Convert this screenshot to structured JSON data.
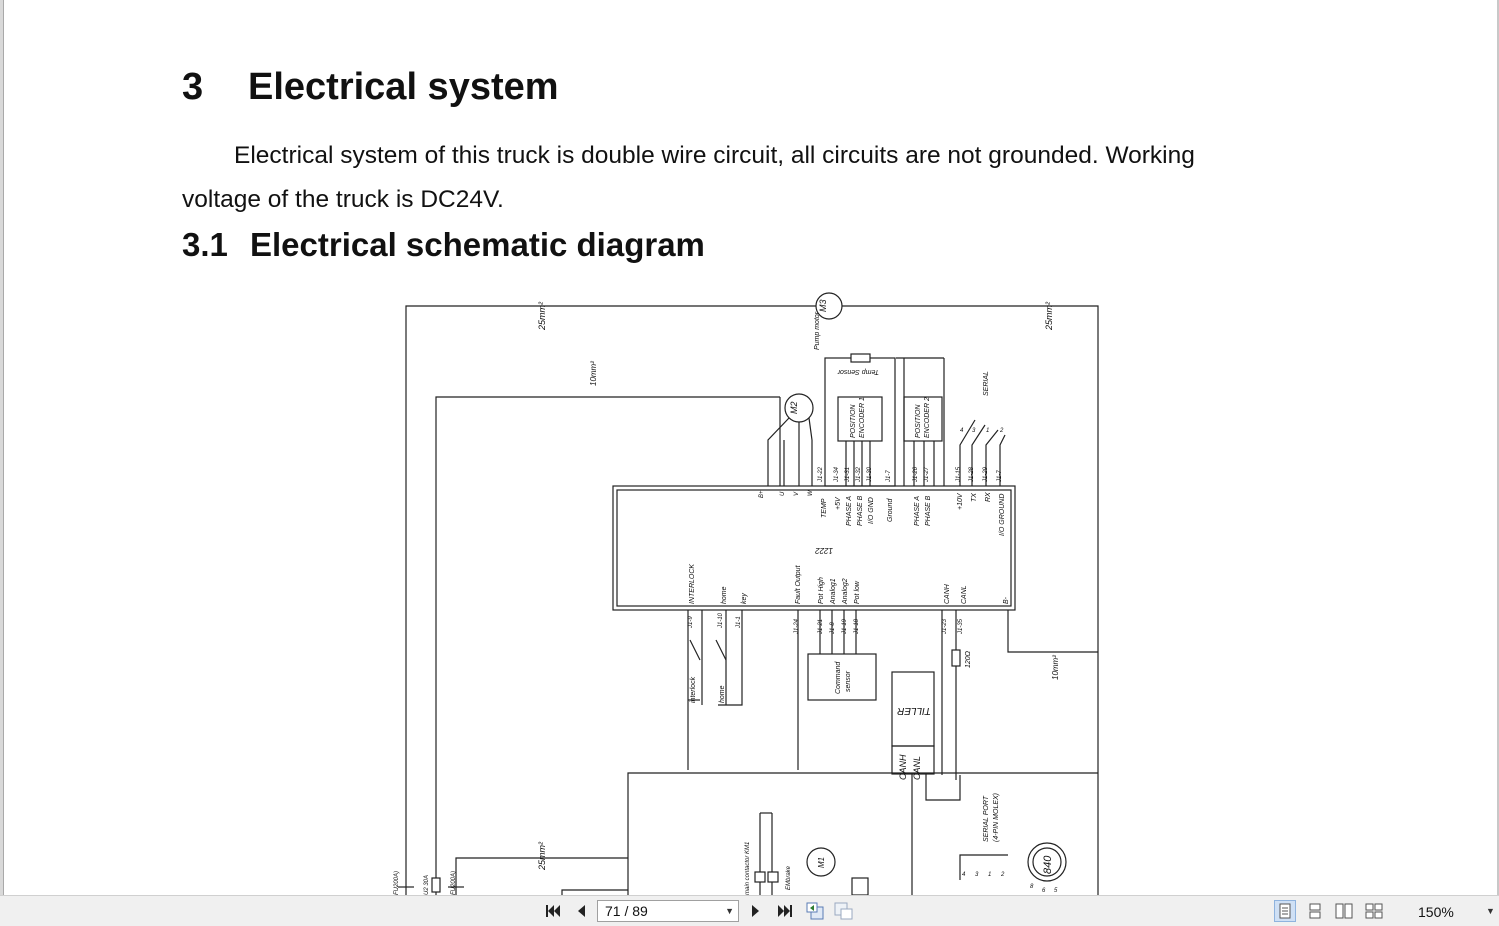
{
  "document": {
    "heading1": {
      "number": "3",
      "title": "Electrical system"
    },
    "paragraph": "Electrical system of this truck is double wire circuit, all circuits are not grounded. Working voltage of the truck is DC24V.",
    "heading2": {
      "number": "3.1",
      "title": "Electrical schematic diagram"
    }
  },
  "schematic": {
    "wire_25_left": "25mm²",
    "wire_25_right": "25mm²",
    "wire_10_top": "10mm²",
    "wire_10_right": "10mm²",
    "wire_25_bottom": "25mm²",
    "m3": "M3",
    "m2": "M2",
    "m1": "M1",
    "pump_motor": "Pump motor",
    "temp_sensor": "Temp Sensor",
    "encoder1_line1": "POSITION",
    "encoder1_line2": "ENCODER 1",
    "encoder2_line1": "POSITION",
    "encoder2_line2": "ENCODER 2",
    "serial": "SERIAL",
    "serial_pins": [
      "4",
      "3",
      "1",
      "2"
    ],
    "controller": "1222",
    "top_pins": [
      "B+",
      "U",
      "V",
      "W",
      "J1-22",
      "J1-34",
      "J1-31",
      "J1-32",
      "J1-30",
      "J1-7",
      "J1-26",
      "J1-27",
      "J1-15",
      "J1-28",
      "J1-29",
      "J1-7"
    ],
    "top_signals": [
      "TEMP",
      "+5V",
      "PHASE A",
      "PHASE B",
      "I/O GND",
      "Ground",
      "PHASE A",
      "PHASE B",
      "+10V",
      "TX",
      "RX",
      "I/O GROUND"
    ],
    "bottom_signals": [
      "INTERLOCK",
      "home",
      "key",
      "Fault Output",
      "Pot High",
      "Analog1",
      "Analog2",
      "Pot low",
      "CANH",
      "CANL",
      "B-"
    ],
    "bottom_pins": [
      "J1-9",
      "J1-10",
      "J1-1",
      "J1-24",
      "J1-21",
      "J1-8",
      "J1-19",
      "J1-18",
      "J1-23",
      "J1-35"
    ],
    "interlock_switch": "interlock",
    "home_switch": "home",
    "command_sensor_line1": "Command",
    "command_sensor_line2": "sensor",
    "resistor": "120Ω",
    "tiller": "TILLER",
    "tiller_canh": "CANH",
    "tiller_canl": "CANL",
    "serial_port_line1": "SERIAL PORT",
    "serial_port_line2": "(4-PIN MOLEX)",
    "serial_port_pins": [
      "4",
      "3",
      "1",
      "2"
    ],
    "meter": "840",
    "meter_pins": [
      "8",
      "6",
      "5"
    ],
    "contactor": "main contactor KM1",
    "em_brake": "EMbrake",
    "fuse1": "FU200A)",
    "fuse2": "U2 30A",
    "fuse3": "FU200A)"
  },
  "viewer": {
    "current_page": "71",
    "total_pages": "89",
    "page_display": "71 / 89",
    "zoom": "150%"
  }
}
